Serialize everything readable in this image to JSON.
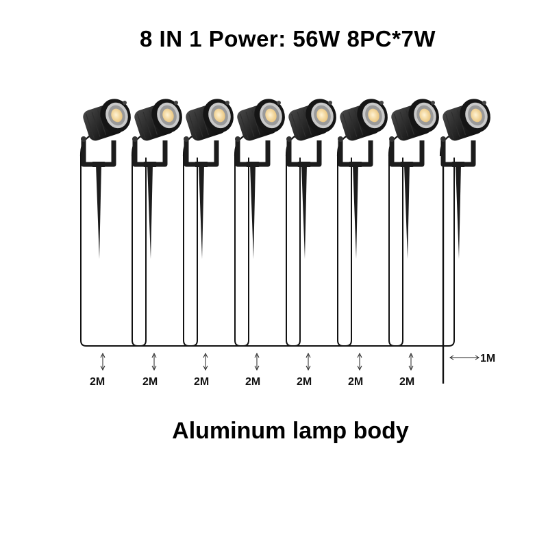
{
  "title": "8 IN 1 Power: 56W 8PC*7W",
  "subtitle": "Aluminum lamp body",
  "lamp_count": 8,
  "lamp_colors": {
    "body": "#1c1c1c",
    "body_highlight": "#4a4a4a",
    "led_warm": "#f3d8a0",
    "led_core": "#e8c27a",
    "wire": "#111111"
  },
  "segment_labels": [
    "2M",
    "2M",
    "2M",
    "2M",
    "2M",
    "2M",
    "2M"
  ],
  "tail_label": "1M"
}
